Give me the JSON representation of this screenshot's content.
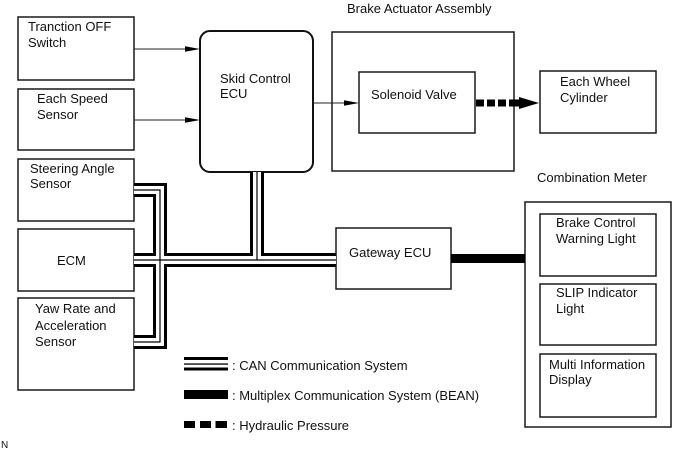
{
  "diagram": {
    "groups": {
      "brake_actuator_assembly": {
        "label": "Brake Actuator Assembly"
      },
      "combination_meter": {
        "label": "Combination Meter"
      }
    },
    "components": {
      "traction_off_switch": {
        "lines": [
          "Tranction OFF",
          "Switch"
        ]
      },
      "each_speed_sensor": {
        "lines": [
          "Each Speed",
          "Sensor"
        ]
      },
      "steering_angle_sensor": {
        "lines": [
          "Steering Angle",
          "Sensor"
        ]
      },
      "ecm": {
        "lines": [
          "ECM"
        ]
      },
      "yaw_rate_acceleration_sensor": {
        "lines": [
          "Yaw Rate and",
          "Acceleration",
          "Sensor"
        ]
      },
      "skid_control_ecu": {
        "lines": [
          "Skid Control",
          "ECU"
        ]
      },
      "solenoid_valve": {
        "lines": [
          "Solenoid Valve"
        ]
      },
      "each_wheel_cylinder": {
        "lines": [
          "Each Wheel",
          "Cylinder"
        ]
      },
      "gateway_ecu": {
        "lines": [
          "Gateway ECU"
        ]
      },
      "brake_control_warning_light": {
        "lines": [
          "Brake Control",
          "Warning Light"
        ]
      },
      "slip_indicator_light": {
        "lines": [
          "SLIP Indicator",
          "Light"
        ]
      },
      "multi_information_display": {
        "lines": [
          "Multi Information",
          "Display"
        ]
      }
    },
    "connections": [
      {
        "from": "Tranction OFF Switch",
        "to": "Skid Control ECU",
        "type": "signal"
      },
      {
        "from": "Each Speed Sensor",
        "to": "Skid Control ECU",
        "type": "signal"
      },
      {
        "from": "Skid Control ECU",
        "to": "Solenoid Valve",
        "type": "signal"
      },
      {
        "from": "Solenoid Valve",
        "to": "Each Wheel Cylinder",
        "type": "hydraulic"
      },
      {
        "from": "Steering Angle Sensor",
        "to": "CAN bus",
        "type": "can"
      },
      {
        "from": "ECM",
        "to": "CAN bus",
        "type": "can"
      },
      {
        "from": "Yaw Rate and Acceleration Sensor",
        "to": "CAN bus",
        "type": "can"
      },
      {
        "from": "Skid Control ECU",
        "to": "CAN bus",
        "type": "can"
      },
      {
        "from": "CAN bus",
        "to": "Gateway ECU",
        "type": "can"
      },
      {
        "from": "Gateway ECU",
        "to": "Combination Meter",
        "type": "multiplex"
      }
    ],
    "legend": [
      {
        "type": "can",
        "label": ": CAN Communication System"
      },
      {
        "type": "multiplex",
        "label": ": Multiplex Communication System (BEAN)"
      },
      {
        "type": "hydraulic",
        "label": ": Hydraulic Pressure"
      }
    ],
    "corner_mark": "N",
    "colors": {
      "line": "#000000",
      "text": "#111111",
      "background": "#ffffff"
    }
  }
}
